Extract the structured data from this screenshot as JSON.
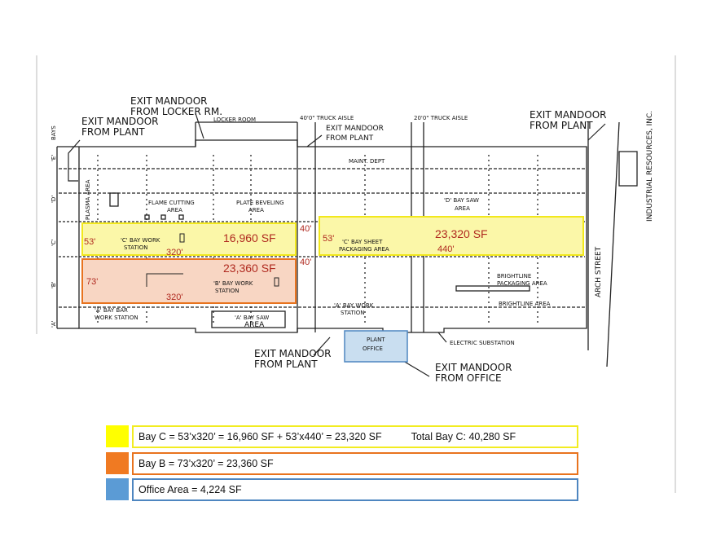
{
  "plan": {
    "company": "INDUSTRIAL RESOURCES, INC.",
    "street": "ARCH STREET",
    "bays_label": "BAYS",
    "bay_letters": [
      "'E'",
      "'D'",
      "'C'",
      "'B'",
      "'A'"
    ],
    "exit_locker": [
      "EXIT MANDOOR",
      "FROM LOCKER RM."
    ],
    "exit_plant_left": [
      "EXIT MANDOOR",
      "FROM PLANT"
    ],
    "exit_plant_mid": [
      "EXIT MANDOOR",
      "FROM PLANT"
    ],
    "exit_plant_right": [
      "EXIT MANDOOR",
      "FROM PLANT"
    ],
    "exit_plant_bottom": [
      "EXIT MANDOOR",
      "FROM PLANT"
    ],
    "exit_office": [
      "EXIT MANDOOR",
      "FROM OFFICE"
    ],
    "locker_room": "LOCKER ROOM",
    "truck_aisle_1": "40'0\" TRUCK AISLE",
    "truck_aisle_2": "20'0\" TRUCK AISLE",
    "maint_dept": "MAINT. DEPT",
    "plasma_area": "PLASMA AREA",
    "flame_cutting": [
      "FLAME CUTTING",
      "AREA"
    ],
    "plate_beveling": [
      "PLATE BEVELING",
      "AREA"
    ],
    "d_bay_saw": [
      "'D' BAY SAW",
      "AREA"
    ],
    "c_bay_work": [
      "'C' BAY WORK",
      "STATION"
    ],
    "c_bay_sheet": [
      "'C' BAY SHEET",
      "PACKAGING AREA"
    ],
    "b_bay_work": [
      "'B' BAY WORK",
      "STATION"
    ],
    "a_bay_bar": [
      "'A' BAY BAR",
      "WORK STATION"
    ],
    "a_bay_saw": [
      "'A' BAY SAW",
      "AREA"
    ],
    "a_bay_work": [
      "'A' BAY WORK",
      "STATION"
    ],
    "brightline_packaging": [
      "BRIGHTLINE",
      "PACKAGING AREA"
    ],
    "brightline_area": "BRIGHTLINE AREA",
    "electric_substation": "ELECTRIC SUBSTATION",
    "plant_office": [
      "PLANT",
      "OFFICE"
    ],
    "bay_c_left": {
      "area": "16,960 SF",
      "width": "53'",
      "length": "320'"
    },
    "bay_c_right": {
      "area": "23,320 SF",
      "width": "53'",
      "length": "440'"
    },
    "bay_b": {
      "area": "23,360 SF",
      "width": "73'",
      "length": "320'"
    },
    "gap_c": "40'",
    "gap_b": "40'"
  },
  "colors": {
    "bay_c_fill": "#fbf7a8",
    "bay_c_border": "#f2e81c",
    "bay_b_fill": "#f8d6c3",
    "bay_b_border": "#e8731e",
    "office_fill": "#c9def0",
    "office_border": "#4e86c0",
    "legend_yellow": "#ffff00",
    "legend_orange": "#f07a22",
    "legend_blue": "#5b9bd5"
  },
  "legend": [
    {
      "text": "Bay C = 53’x320’ = 16,960 SF + 53’x440’ = 23,320 SF",
      "extra": "Total Bay C: 40,280 SF"
    },
    {
      "text": "Bay B = 73’x320’ = 23,360 SF",
      "extra": ""
    },
    {
      "text": "Office Area = 4,224 SF",
      "extra": ""
    }
  ]
}
